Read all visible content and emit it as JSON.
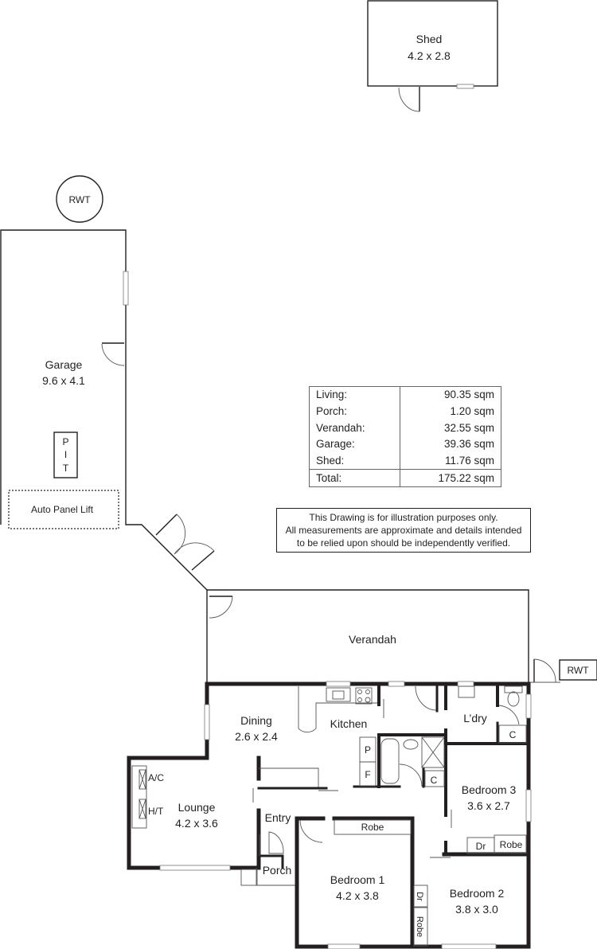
{
  "plan": {
    "rooms": {
      "shed": {
        "name": "Shed",
        "dims": "4.2 x 2.8"
      },
      "garage": {
        "name": "Garage",
        "dims": "9.6 x 4.1"
      },
      "verandah": {
        "name": "Verandah"
      },
      "dining": {
        "name": "Dining",
        "dims": "2.6 x 2.4"
      },
      "kitchen": {
        "name": "Kitchen"
      },
      "laundry": {
        "name": "L’dry"
      },
      "lounge": {
        "name": "Lounge",
        "dims": "4.2 x 3.6"
      },
      "entry": {
        "name": "Entry"
      },
      "porch": {
        "name": "Porch"
      },
      "bedroom1": {
        "name": "Bedroom 1",
        "dims": "4.2 x 3.8"
      },
      "bedroom2": {
        "name": "Bedroom 2",
        "dims": "3.8 x 3.0"
      },
      "bedroom3": {
        "name": "Bedroom 3",
        "dims": "3.6 x 2.7"
      }
    },
    "fixtures": {
      "rwt_tank": "RWT",
      "rwt_box": "RWT",
      "pit": [
        "P",
        "I",
        "T"
      ],
      "auto_panel_lift": "Auto Panel Lift",
      "ac": "A/C",
      "ht": "H/T",
      "pantry": "P",
      "fridge": "F",
      "cupboard_bath": "C",
      "cupboard_ldry": "C",
      "robe_bed1": "Robe",
      "robe_bed2": "Robe",
      "dr_bed2": "Dr",
      "robe_bed3": "Robe",
      "dr_bed3": "Dr"
    }
  },
  "area_table": {
    "rows": [
      {
        "label": "Living:",
        "value": "90.35 sqm"
      },
      {
        "label": "Porch:",
        "value": "1.20 sqm"
      },
      {
        "label": "Verandah:",
        "value": "32.55 sqm"
      },
      {
        "label": "Garage:",
        "value": "39.36 sqm"
      },
      {
        "label": "Shed:",
        "value": "11.76 sqm"
      }
    ],
    "total": {
      "label": "Total:",
      "value": "175.22 sqm"
    }
  },
  "disclaimer": {
    "line1": "This Drawing is for illustration purposes only.",
    "line2": "All measurements are approximate and details intended",
    "line3": "to be relied upon should be independently verified."
  }
}
